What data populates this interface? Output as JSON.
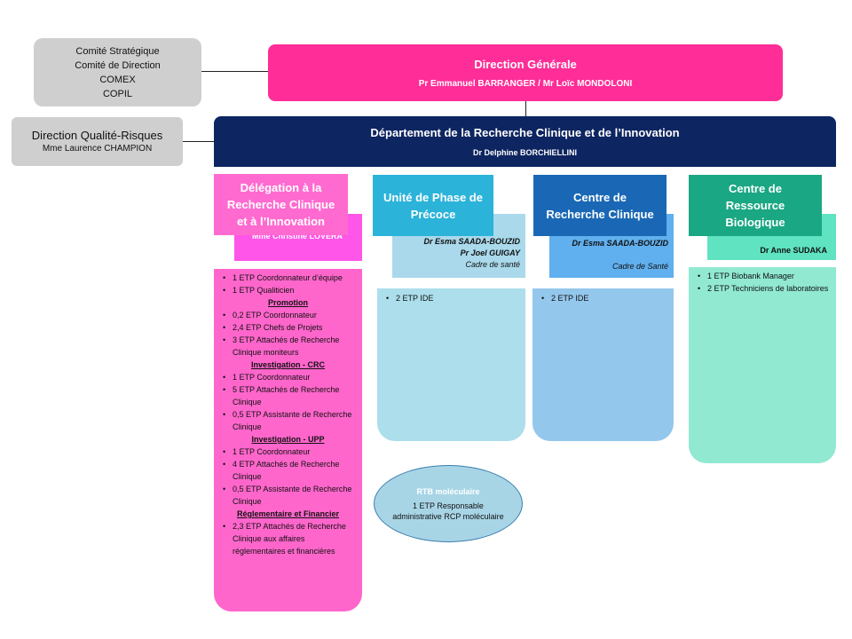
{
  "governance": {
    "lines": [
      "Comité Stratégique",
      "Comité de Direction",
      "COMEX",
      "COPIL"
    ]
  },
  "quality": {
    "title": "Direction Qualité-Risques",
    "name": "Mme Laurence CHAMPION"
  },
  "direction_generale": {
    "title": "Direction Générale",
    "names": "Pr Emmanuel BARRANGER / Mr Loïc MONDOLONI"
  },
  "drci": {
    "title": "Département de la Recherche Clinique et de l’Innovation",
    "name": "Dr Delphine BORCHIELLINI"
  },
  "delegation": {
    "title_lines": [
      "Délégation à la",
      "Recherche Clinique",
      "et à l’Innovation"
    ],
    "head": "Mme Christine LOVERA",
    "items_a": [
      "1 ETP Coordonnateur d’équipe",
      "1 ETP Qualiticien"
    ],
    "section_promotion": "Promotion",
    "items_promotion": [
      "0,2 ETP Coordonnateur",
      "2,4 ETP Chefs de Projets",
      "3 ETP Attachés de Recherche Clinique moniteurs"
    ],
    "section_crc": "Investigation - CRC",
    "items_crc": [
      "1 ETP Coordonnateur",
      "5 ETP Attachés de Recherche Clinique",
      "0,5 ETP Assistante de Recherche Clinique"
    ],
    "section_upp": "Investigation - UPP",
    "items_upp": [
      "1 ETP Coordonnateur",
      "4 ETP Attachés de Recherche Clinique",
      "0,5 ETP Assistante de Recherche Clinique"
    ],
    "section_reg": "Réglementaire et Financier",
    "items_reg": [
      "2,3 ETP Attachés de Recherche Clinique aux affaires réglementaires et financières"
    ]
  },
  "upp": {
    "title_lines": [
      "Unité de Phase de",
      "Précoce"
    ],
    "name1": "Dr Esma SAADA-BOUZID",
    "name2": "Pr Joel GUIGAY",
    "role": "Cadre de santé",
    "items": [
      "2 ETP IDE"
    ]
  },
  "crc": {
    "title_lines": [
      "Centre de",
      "Recherche Clinique"
    ],
    "name1": "Dr Esma SAADA-BOUZID",
    "role": "Cadre de Santé",
    "items": [
      "2 ETP IDE"
    ]
  },
  "crb": {
    "title_lines": [
      "Centre de",
      "Ressource",
      "Biologique"
    ],
    "head": "Dr Anne SUDAKA",
    "items": [
      "1 ETP Biobank Manager",
      "2 ETP Techniciens de laboratoires"
    ]
  },
  "rtb": {
    "title": "RTB moléculaire",
    "text": "1 ETP Responsable administrative RCP moléculaire"
  }
}
